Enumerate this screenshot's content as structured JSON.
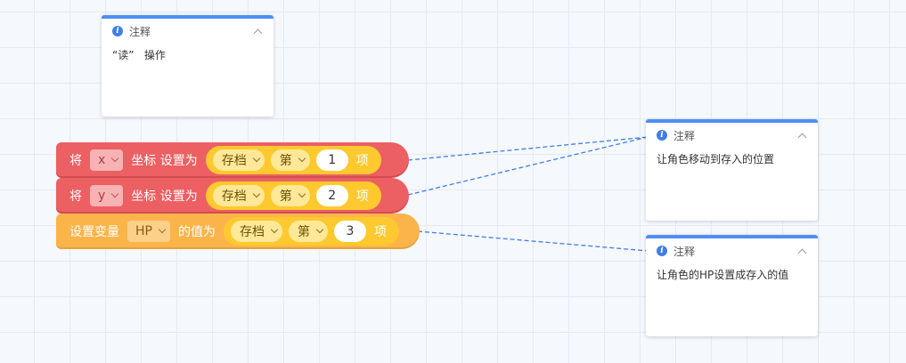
{
  "colors": {
    "note_accent": "#4e8ef7",
    "block_red": "#ec5f63",
    "block_orange": "#fbb44a",
    "pill_yellow": "#fdc92f"
  },
  "notes": [
    {
      "title": "注释",
      "text": "“读”   操作",
      "icon": "info-icon"
    },
    {
      "title": "注释",
      "text": "让角色移动到存入的位置",
      "icon": "info-icon"
    },
    {
      "title": "注释",
      "text": "让角色的HP设置成存入的值",
      "icon": "info-icon"
    }
  ],
  "blocks": [
    {
      "prefix": "将",
      "axis_dropdown": "x",
      "label": "坐标 设置为",
      "source_dropdown": "存档",
      "index_dropdown": "第",
      "index_value": "1",
      "suffix": "项"
    },
    {
      "prefix": "将",
      "axis_dropdown": "y",
      "label": "坐标 设置为",
      "source_dropdown": "存档",
      "index_dropdown": "第",
      "index_value": "2",
      "suffix": "项"
    },
    {
      "prefix": "设置变量",
      "variable_dropdown": "HP",
      "label": "的值为",
      "source_dropdown": "存档",
      "index_dropdown": "第",
      "index_value": "3",
      "suffix": "项"
    }
  ]
}
